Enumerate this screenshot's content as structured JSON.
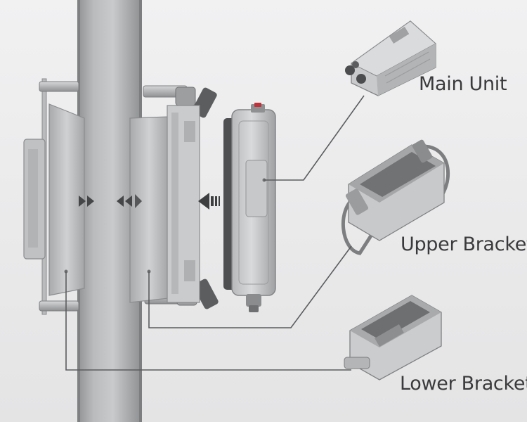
{
  "labels": {
    "main_unit": "Main Unit",
    "upper_bracket": "Upper Bracket",
    "lower_bracket": "Lower Bracket"
  },
  "colors": {
    "background": "#ececed",
    "pole": "#a9abad",
    "metal": "#c4c6c8",
    "leader_line": "#5a5c5e",
    "label_text": "#3a3a3c",
    "arrow": "#3c3e40",
    "indicator": "#c0313a"
  }
}
